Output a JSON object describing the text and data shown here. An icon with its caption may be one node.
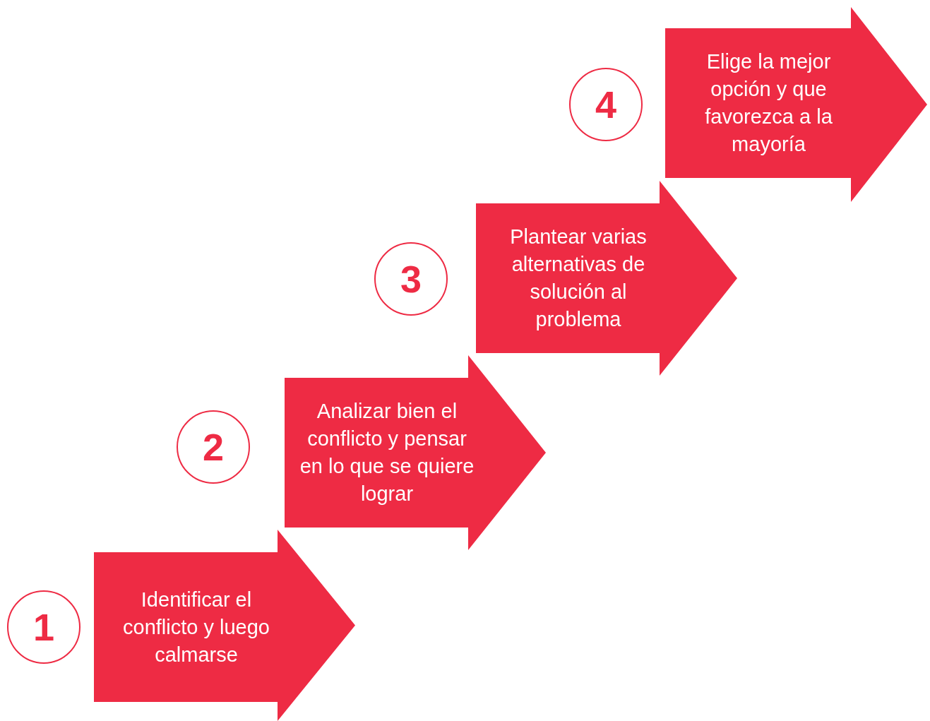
{
  "diagram": {
    "nodes": [
      {
        "text": [
          "1"
        ]
      },
      {
        "text": [
          "Identificar el conflicto y luego calmarse"
        ]
      },
      {
        "text": [
          "2"
        ]
      },
      {
        "text": [
          "Analizar bien el conflicto y pensar en lo que se quiere lograr"
        ]
      },
      {
        "text": [
          "3"
        ]
      },
      {
        "text": [
          "Plantear varias alternativas de solución al problema"
        ]
      },
      {
        "text": [
          "4"
        ]
      },
      {
        "text": [
          "Elige la mejor opción y que favorezca a la mayoría"
        ]
      }
    ]
  }
}
